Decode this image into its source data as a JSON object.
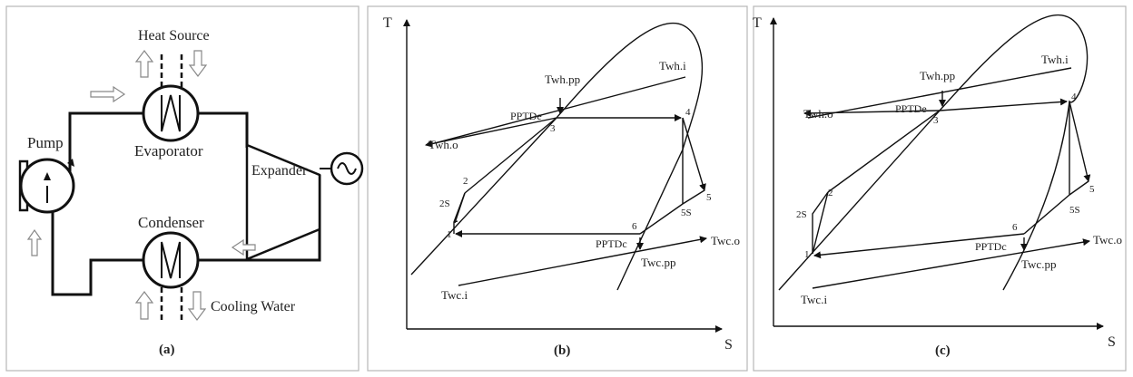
{
  "panel_a": {
    "caption": "(a)",
    "labels": {
      "heat_source": "Heat Source",
      "pump": "Pump",
      "evaporator": "Evaporator",
      "expander": "Expander",
      "condenser": "Condenser",
      "cooling_water": "Cooling Water"
    }
  },
  "panel_b": {
    "caption": "(b)",
    "axis": {
      "y": "T",
      "x": "S"
    },
    "states": [
      "1",
      "2",
      "2S",
      "3",
      "4",
      "5",
      "5S",
      "6"
    ],
    "labels": {
      "twh_i": "Twh.i",
      "twh_pp": "Twh.pp",
      "twh_o": "Twh.o",
      "pptd_e": "PPTDe",
      "pptd_c": "PPTDc",
      "twc_o": "Twc.o",
      "twc_pp": "Twc.pp",
      "twc_i": "Twc.i"
    }
  },
  "panel_c": {
    "caption": "(c)",
    "axis": {
      "y": "T",
      "x": "S"
    },
    "states": [
      "1",
      "2",
      "2S",
      "3",
      "4",
      "5",
      "5S",
      "6"
    ],
    "labels": {
      "twh_i": "Twh.i",
      "twh_pp": "Twh.pp",
      "twh_o": "Twh.o",
      "pptd_e": "PPTDe",
      "pptd_c": "PPTDc",
      "twc_o": "Twc.o",
      "twc_pp": "Twc.pp",
      "twc_i": "Twc.i"
    }
  }
}
